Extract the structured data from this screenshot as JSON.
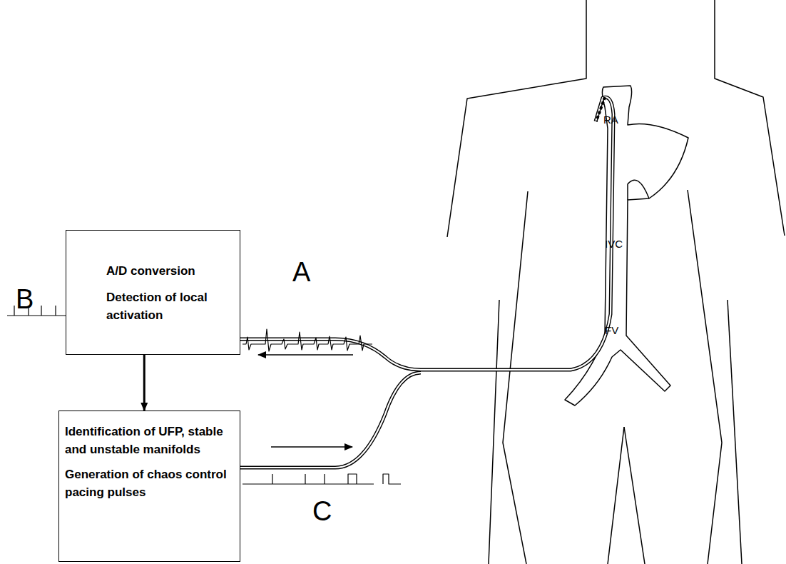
{
  "diagram": {
    "nodes": [
      {
        "text": [
          "A/D conversion",
          "Detection of local activation"
        ]
      },
      {
        "text": [
          "Identification of UFP, stable and unstable manifolds",
          "Generation of chaos control pacing pulses"
        ]
      }
    ],
    "edges": [
      {
        "from": 0,
        "to": 1,
        "arrow": "to"
      }
    ],
    "labels": [
      "A",
      "B",
      "C",
      "RA",
      "IVC",
      "FV"
    ]
  }
}
